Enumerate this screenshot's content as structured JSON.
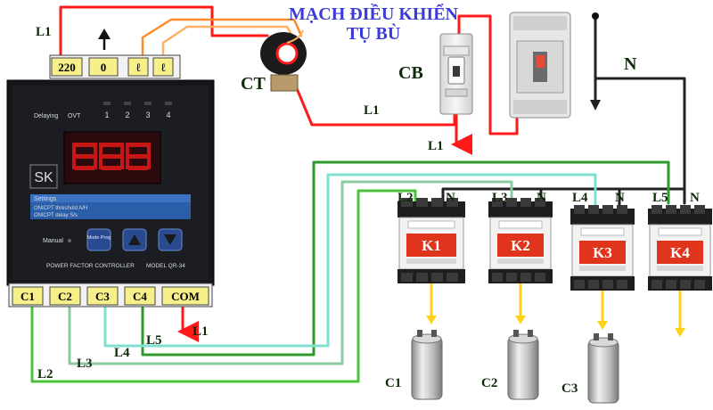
{
  "title_lines": [
    "MẠCH ĐIỀU KHIỂN",
    "TỤ BÙ"
  ],
  "labels": {
    "ct": "CT",
    "cb": "CB",
    "n": "N",
    "l1": "L1"
  },
  "controller": {
    "brand": "SK",
    "top_terminals": [
      "220",
      "0",
      "ℓ",
      "ℓ"
    ],
    "bottom_terminals": [
      "C1",
      "C2",
      "C3",
      "C4",
      "COM"
    ],
    "indicator_labels": [
      "Delaying",
      "OVT"
    ],
    "indicator_numbers": [
      "1",
      "2",
      "3",
      "4"
    ],
    "settings_label": "Settings",
    "settings_row1": "ONICPT threshold  A/H",
    "settings_row2": "ONICPT delay   S/s",
    "manual_label": "Manual",
    "mode_button": "Mode Prog",
    "footer_left": "POWER FACTOR CONTROLLER",
    "footer_right": "MODEL QR-34"
  },
  "wire_labels": {
    "l2": "L2",
    "l3": "L3",
    "l4": "L4",
    "l5": "L5"
  },
  "contactors": [
    {
      "name": "K1",
      "line_label": "L2",
      "neutral_label": "N"
    },
    {
      "name": "K2",
      "line_label": "L3",
      "neutral_label": "N"
    },
    {
      "name": "K3",
      "line_label": "L4",
      "neutral_label": "N"
    },
    {
      "name": "K4",
      "line_label": "L5",
      "neutral_label": "N"
    }
  ],
  "capacitors": [
    "C1",
    "C2",
    "C3"
  ],
  "colors": {
    "red_wire": "#ff1a1a",
    "black_wire": "#2a2a2a",
    "orange_wire": "#ff7a1a",
    "l2_wire": "#49c23a",
    "l3_wire": "#8fc9a4",
    "l4_wire": "#7fe0cf",
    "l5_wire": "#2e9a2e",
    "arrow_yellow": "#ffd21a",
    "controller_body": "#15161a",
    "display_red": "#e01818",
    "settings_blue": "#2a5ea8",
    "contactor_red": "#e0341c",
    "title_blue": "#3a3bd8"
  }
}
